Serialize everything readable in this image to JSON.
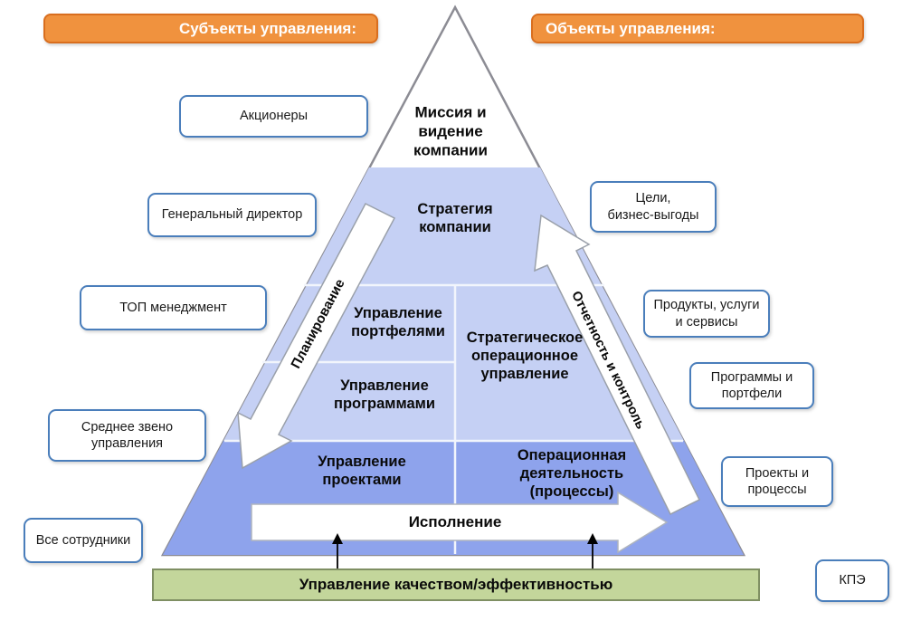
{
  "headers": {
    "subjects": "Субъекты управления:",
    "objects": "Объекты управления:"
  },
  "subjects": [
    "Акционеры",
    "Генеральный директор",
    "ТОП менеджмент",
    "Среднее звено\nуправления",
    "Все сотрудники"
  ],
  "objects": [
    "Цели,\nбизнес-выгоды",
    "Продукты, услуги\nи сервисы",
    "Программы и\nпортфели",
    "Проекты и\nпроцессы",
    "КПЭ"
  ],
  "pyramid": {
    "mission": "Миссия и\nвидение\nкомпании",
    "strategy": "Стратегия\nкомпании",
    "portfolio": "Управление\nпортфелями",
    "program": "Управление\nпрограммами",
    "strategic_ops": "Стратегическое\nоперационное\nуправление",
    "project": "Управление\nпроектами",
    "operations": "Операционная\nдеятельность\n(процессы)",
    "planning": "Планирование",
    "reporting": "Отчетность и контроль",
    "execution": "Исполнение"
  },
  "footer": {
    "quality": "Управление качеством/эффективностью"
  },
  "colors": {
    "accent_orange": "#F0923E",
    "orange_border": "#D96E1E",
    "callout_border_blue": "#4A7EBB",
    "pyramid_light": "#C5D0F4",
    "pyramid_dark": "#8EA3EC",
    "pyramid_outline": "#8C8C94",
    "green_fill": "#C3D69B",
    "green_border": "#7F8F63"
  }
}
